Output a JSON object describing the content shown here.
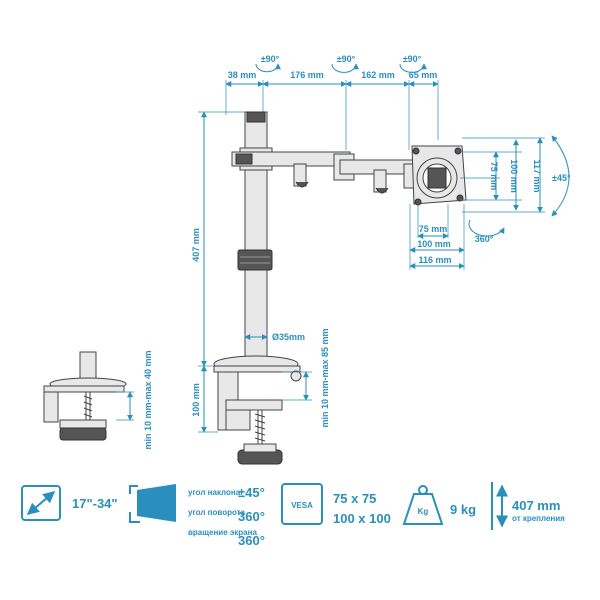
{
  "dimensions": {
    "top_rot_1": "±90°",
    "top_rot_2": "±90°",
    "top_rot_3": "±90°",
    "w38": "38 mm",
    "w176": "176 mm",
    "w162": "162 mm",
    "w65": "65 mm",
    "h407": "407 mm",
    "h100": "100 mm",
    "dia": "Ø35mm",
    "clamp_range": "min 10 mm-max 85 mm",
    "small_clamp_range": "min 10 mm-max 40 mm",
    "vesa_75h": "75 mm",
    "vesa_100h": "100 mm",
    "vesa_117h": "117 mm",
    "vesa_75w": "75 mm",
    "vesa_100w": "100 mm",
    "vesa_116w": "116 mm",
    "tilt": "±45°",
    "rotate": "360°"
  },
  "specs": {
    "screen_size": "17\"-34\"",
    "tilt_label": "угол наклона",
    "tilt_value": "±45°",
    "swivel_label": "угол поворота",
    "swivel_value": "360°",
    "rotation_label": "вращение экрана",
    "rotation_value": "360°",
    "vesa_badge": "VESA",
    "vesa_1": "75 x 75",
    "vesa_2": "100 x 100",
    "kg_badge": "Kg",
    "weight": "9 kg",
    "height": "407 mm",
    "height_sub": "от крепления"
  }
}
